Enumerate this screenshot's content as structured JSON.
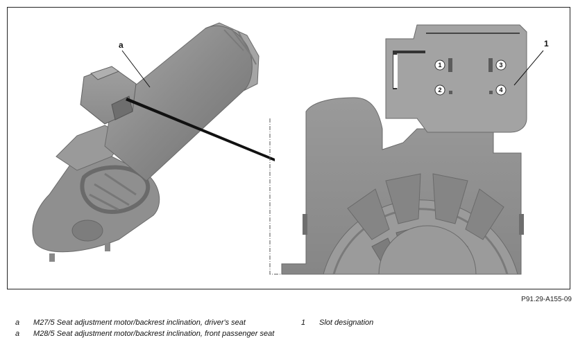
{
  "figure": {
    "callouts": {
      "a": "a",
      "one": "1"
    },
    "pins": [
      "1",
      "3",
      "2",
      "4"
    ],
    "id": "P91.29-A155-09"
  },
  "legend": {
    "left": [
      {
        "key": "a",
        "text": "M27/5 Seat adjustment motor/backrest inclination, driver's seat"
      },
      {
        "key": "a",
        "text": "M28/5 Seat adjustment motor/backrest inclination, front passenger seat"
      }
    ],
    "right": [
      {
        "key": "1",
        "text": "Slot designation"
      }
    ]
  },
  "colors": {
    "body": "#8c8c8c",
    "dark": "#6e6e6e",
    "light": "#b4b4b4",
    "frame": "#222222"
  }
}
